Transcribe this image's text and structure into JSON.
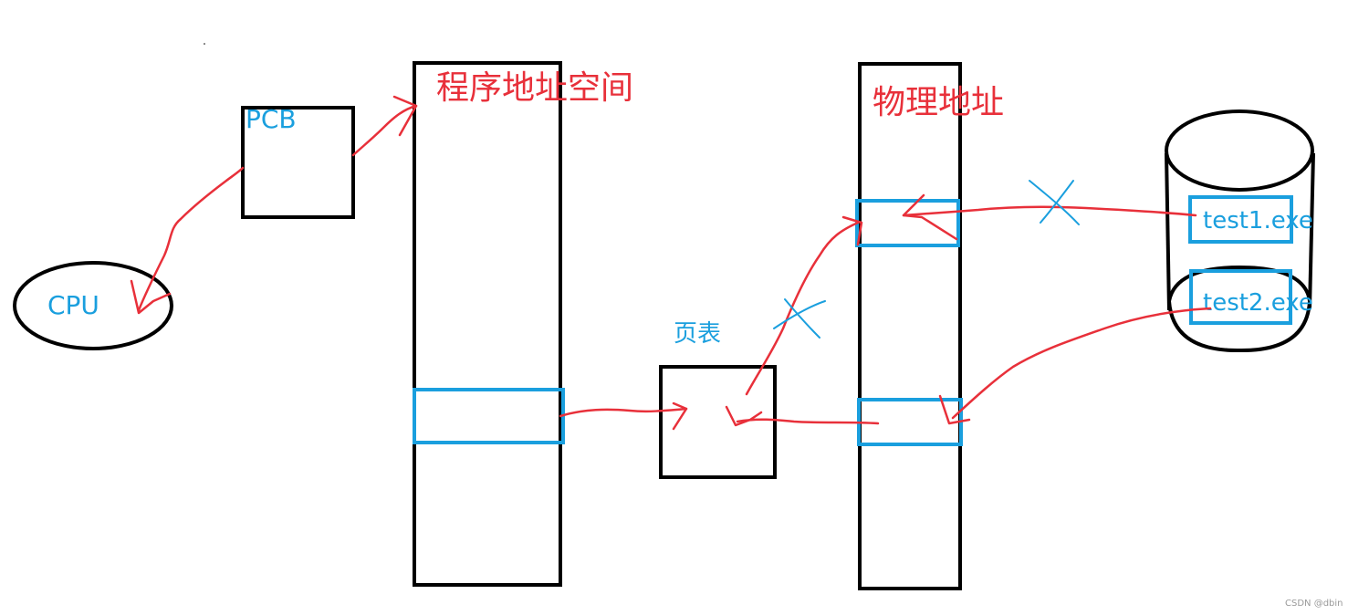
{
  "labels": {
    "cpu": "CPU",
    "pcb": "PCB",
    "program_address_space": "程序地址空间",
    "physical_address": "物理地址",
    "page_table": "页表",
    "test1": "test1.exe",
    "test2": "test2.exe"
  },
  "watermark": "CSDN @dbin",
  "colors": {
    "label_blue": "#1a9fde",
    "label_red": "#e8303a",
    "arrow_red": "#e8303a",
    "outline": "#000000"
  }
}
